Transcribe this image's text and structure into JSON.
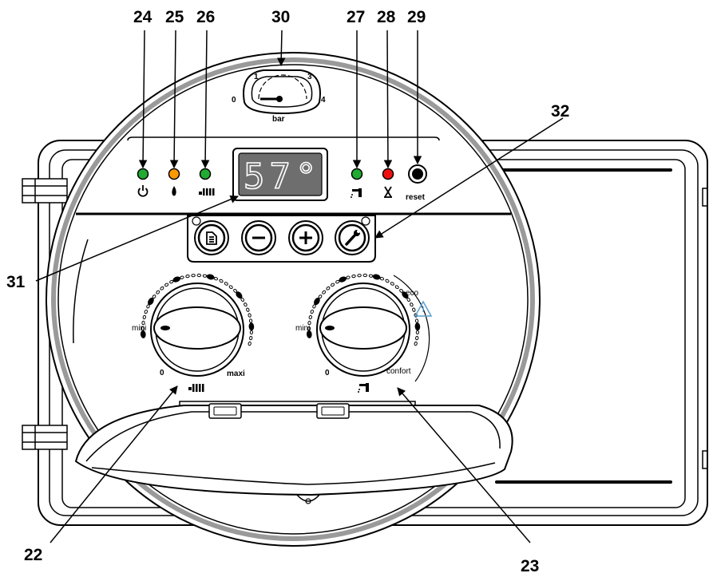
{
  "callouts": {
    "c22": "22",
    "c23": "23",
    "c24": "24",
    "c25": "25",
    "c26": "26",
    "c27": "27",
    "c28": "28",
    "c29": "29",
    "c30": "30",
    "c31": "31",
    "c32": "32"
  },
  "gauge": {
    "unit": "bar",
    "t0": "0",
    "t1": "1",
    "t3": "3",
    "t4": "4"
  },
  "display": {
    "value": "57°"
  },
  "leds": {
    "power": {
      "color": "#22aa33"
    },
    "flame": {
      "color": "#ff9900"
    },
    "heating": {
      "color": "#22aa33"
    },
    "dhw": {
      "color": "#22aa33"
    },
    "fault": {
      "color": "#ee1111"
    }
  },
  "reset_label": "reset",
  "buttons": {
    "info": "info-icon",
    "minus": "minus-icon",
    "plus": "plus-icon",
    "service": "wrench-icon"
  },
  "heating_knob": {
    "mini": "mini",
    "zero": "0",
    "maxi": "maxi"
  },
  "dhw_knob": {
    "mini": "mini",
    "zero": "0",
    "eco": "eco",
    "confort": "confort"
  }
}
